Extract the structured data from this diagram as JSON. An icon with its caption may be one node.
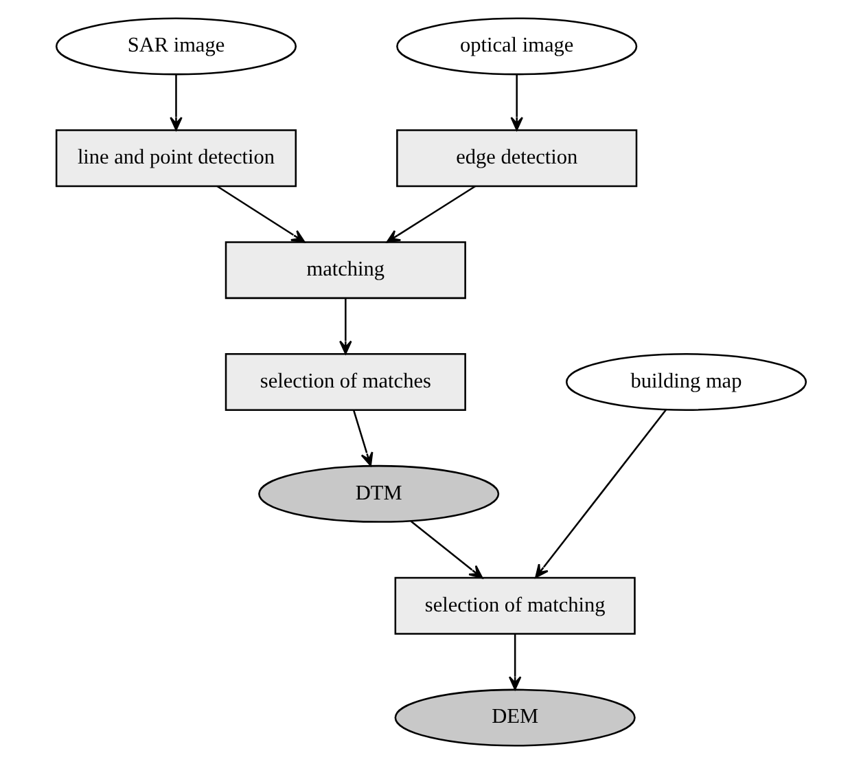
{
  "diagram": {
    "nodes": [
      {
        "text": [
          "SAR image"
        ]
      },
      {
        "text": [
          "optical image"
        ]
      },
      {
        "text": [
          "line and point detection"
        ]
      },
      {
        "text": [
          "edge detection"
        ]
      },
      {
        "text": [
          "matching"
        ]
      },
      {
        "text": [
          "selection of matches"
        ]
      },
      {
        "text": [
          "building map"
        ]
      },
      {
        "text": [
          "DTM"
        ]
      },
      {
        "text": [
          "selection of matching"
        ]
      },
      {
        "text": [
          "DEM"
        ]
      }
    ],
    "edges": [
      {
        "from": 0,
        "to": 2,
        "arrow": "to"
      },
      {
        "from": 1,
        "to": 3,
        "arrow": "to"
      },
      {
        "from": 2,
        "to": 4,
        "arrow": "to"
      },
      {
        "from": 3,
        "to": 4,
        "arrow": "to"
      },
      {
        "from": 4,
        "to": 5,
        "arrow": "to"
      },
      {
        "from": 5,
        "to": 7,
        "arrow": "to"
      },
      {
        "from": 7,
        "to": 8,
        "arrow": "to"
      },
      {
        "from": 6,
        "to": 8,
        "arrow": "to"
      },
      {
        "from": 8,
        "to": 9,
        "arrow": "to"
      }
    ]
  }
}
